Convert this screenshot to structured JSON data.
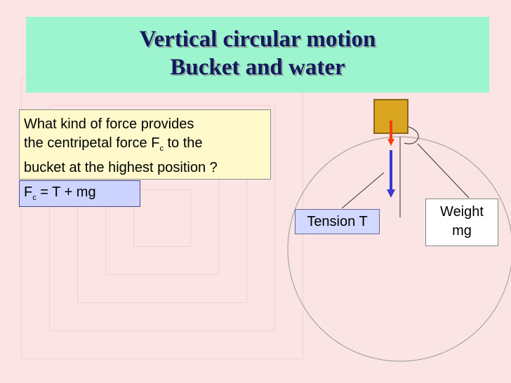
{
  "title": {
    "line1": "Vertical circular motion",
    "line2": "Bucket and water"
  },
  "question": {
    "line1": "What kind of force provides",
    "line2_before": "the centripetal force F",
    "line2_sub": "c",
    "line2_after": " to the",
    "line3": "bucket at the highest position ?"
  },
  "answer": {
    "f": "F",
    "sub": "c",
    "rest": " = T +  mg"
  },
  "labels": {
    "tension": "Tension T",
    "weight_line1": "Weight",
    "weight_line2": "mg"
  },
  "colors": {
    "title_bg": "#9cf5cf",
    "title_text": "#121a5c",
    "question_bg": "#fff9cc",
    "answer_bg": "#cdd4ff",
    "bucket": "#d9a520",
    "arrow_weight": "#f04010",
    "arrow_tension": "#3a3ad0"
  }
}
